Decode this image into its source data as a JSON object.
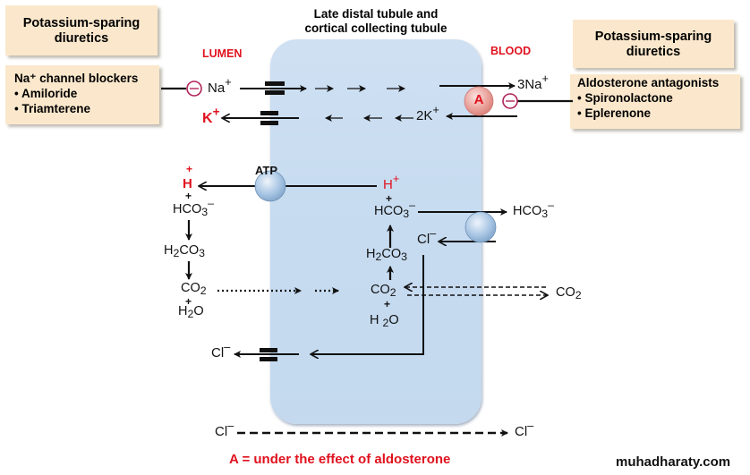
{
  "heading": {
    "line1": "Late distal tubule and",
    "line2": "cortical collecting tubule"
  },
  "sides": {
    "lumen": "LUMEN",
    "blood": "BLOOD"
  },
  "left_panel": {
    "title_line1": "Potassium-sparing",
    "title_line2": "diuretics",
    "drug_class": "Na⁺ channel blockers",
    "drugs": [
      "• Amiloride",
      "• Triamterene"
    ]
  },
  "right_panel": {
    "title_line1": "Potassium-sparing",
    "title_line2": "diuretics",
    "drug_class": "Aldosterone antagonists",
    "drugs": [
      "• Spironolactone",
      "• Eplerenone"
    ]
  },
  "ions": {
    "na_lumen": "Na",
    "na_charge": "+",
    "k_lumen": "K",
    "k_charge": "+",
    "na_blood": "3Na",
    "na_blood_charge": "+",
    "k_cell": "2K",
    "k_cell_charge": "+",
    "atp": "ATP",
    "h_lumen_plus_top": "+",
    "h_lumen": "H",
    "plus": "+",
    "h_cell": "H",
    "h_cell_charge": "+",
    "hco3": "HCO",
    "hco3_sub": "3",
    "hco3_charge": "–",
    "h2co3_a": "H",
    "h2co3_sub1": "2",
    "h2co3_b": "CO",
    "h2co3_sub2": "3",
    "co2": "CO",
    "co2_sub": "2",
    "h2o_a": "H",
    "h2o_sub": "2",
    "h2o_b": "O",
    "cl": "Cl",
    "cl_charge": "–"
  },
  "markers": {
    "aldosterone_pump": "A",
    "inhibit_symbol": "−"
  },
  "caption": "A = under the effect of aldosterone",
  "watermark": "muhadharaty.com",
  "colors": {
    "accent_red": "#e0121e",
    "panel_bg": "#fbe8cc",
    "cell_blue": "#c8dcf0",
    "inhibit_circle": "#b0245a"
  }
}
